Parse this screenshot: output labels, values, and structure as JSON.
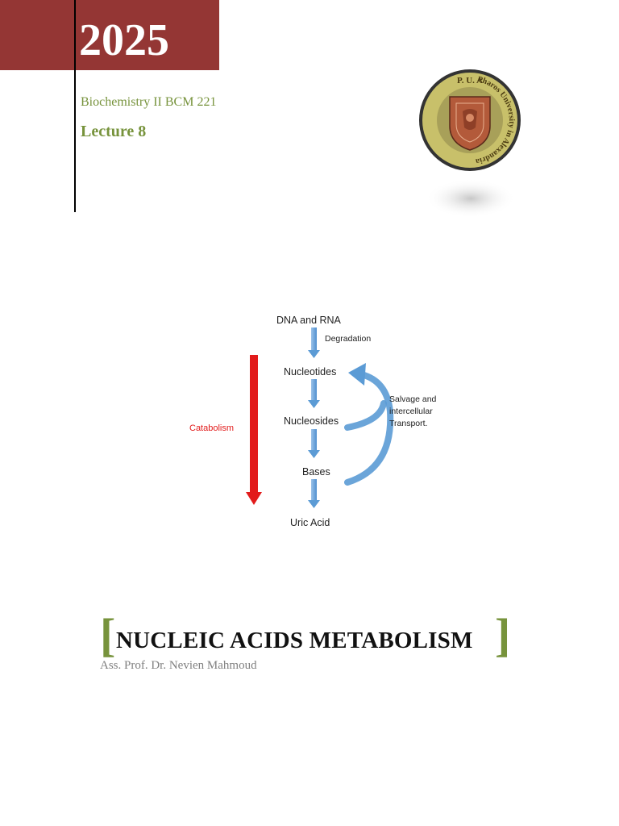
{
  "header": {
    "year": "2025",
    "course": "Biochemistry II BCM 221",
    "lecture": "Lecture 8"
  },
  "logo": {
    "name": "university-seal-logo",
    "lettering_top": "P. U. A",
    "lettering_ring": "Pharos University in Alexandria",
    "colors": {
      "ring": "#c8c06a",
      "shield": "#b35a3a",
      "outline": "#333333"
    }
  },
  "diagram": {
    "nodes": [
      "DNA and RNA",
      "Nucleotides",
      "Nucleosides",
      "Bases",
      "Uric Acid"
    ],
    "step_label": "Degradation",
    "side_label": "Catabolism",
    "salvage_label": [
      "Salvage and",
      "intercellular",
      "Transport."
    ],
    "colors": {
      "catabolism": "#e21b1b",
      "arrows": "#5b9bd5"
    }
  },
  "title": {
    "main": "NUCLEIC ACIDS METABOLISM",
    "bracket_open": "[",
    "bracket_close": "]",
    "author": "Ass. Prof. Dr. Nevien Mahmoud"
  },
  "colors": {
    "accent": "#943634",
    "green": "#77933c"
  }
}
